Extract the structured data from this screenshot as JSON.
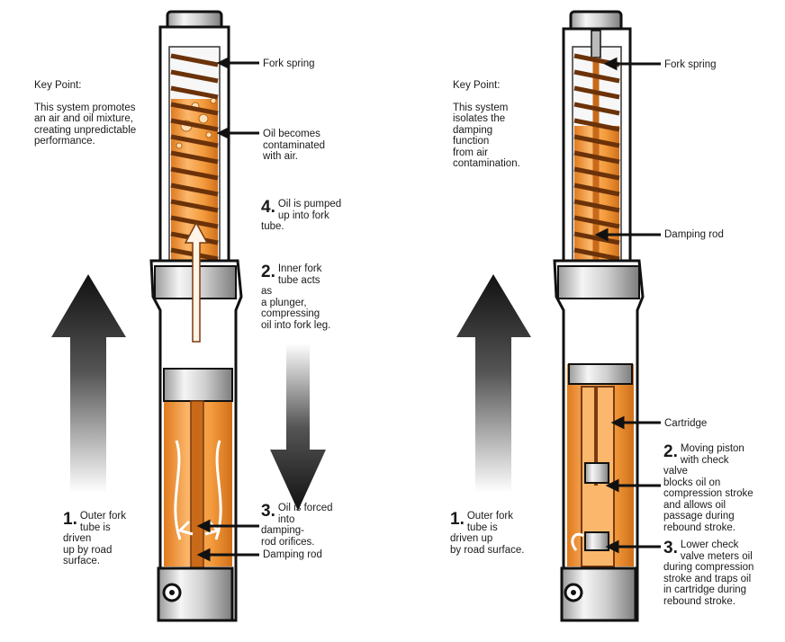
{
  "left_panel": {
    "key_point_title": "Key Point:",
    "key_point_text": "This system promotes\nan air and oil mixture,\ncreating unpredictable\nperformance.",
    "labels": {
      "fork_spring": "Fork spring",
      "oil_contaminated": "Oil becomes\ncontaminated\nwith air.",
      "damping_rod": "Damping rod"
    },
    "steps": [
      {
        "num": "4.",
        "text": "Oil  is pumped\nup into fork tube."
      },
      {
        "num": "2.",
        "text": "Inner fork\ntube acts as\na plunger,\ncompressing\noil into fork leg."
      },
      {
        "num": "3.",
        "text": "Oil is forced\ninto damping-\nrod orifices."
      },
      {
        "num": "1.",
        "text": "Outer fork\ntube is driven\nup by road\nsurface."
      }
    ]
  },
  "right_panel": {
    "key_point_title": "Key Point:",
    "key_point_text": "This  system\nisolates the\ndamping\nfunction\nfrom air\ncontamination.",
    "labels": {
      "fork_spring": "Fork spring",
      "damping_rod": "Damping rod",
      "cartridge": "Cartridge"
    },
    "steps": [
      {
        "num": "2.",
        "text": "Moving piston\nwith check valve\nblocks oil on\ncompression stroke\nand allows oil\npassage during\nrebound stroke."
      },
      {
        "num": "3.",
        "text": "Lower check\nvalve meters oil\nduring compression\nstroke and traps oil\nin cartridge during\nrebound stroke."
      },
      {
        "num": "1.",
        "text": "Outer fork\ntube is driven up\nby road surface."
      }
    ]
  },
  "colors": {
    "oil": "#f39a3c",
    "oil_light": "#fcd2a0",
    "spring": "#7a3a10",
    "metal": "#d9d9d9",
    "ink": "#111111"
  }
}
